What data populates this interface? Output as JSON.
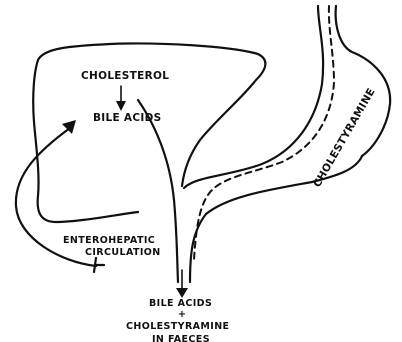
{
  "labels": {
    "cholesterol": "CHOLESTEROL",
    "bile_acids_liver": "BILE ACIDS",
    "cholestyramine": "CHOLESTYRAMINE",
    "enterohepatic_1": "ENTEROHEPATIC",
    "enterohepatic_2": "CIRCULATION",
    "faeces_1": "BILE ACIDS",
    "faeces_2": "+",
    "faeces_3": "CHOLESTYRAMINE",
    "faeces_4": "IN FAECES"
  }
}
